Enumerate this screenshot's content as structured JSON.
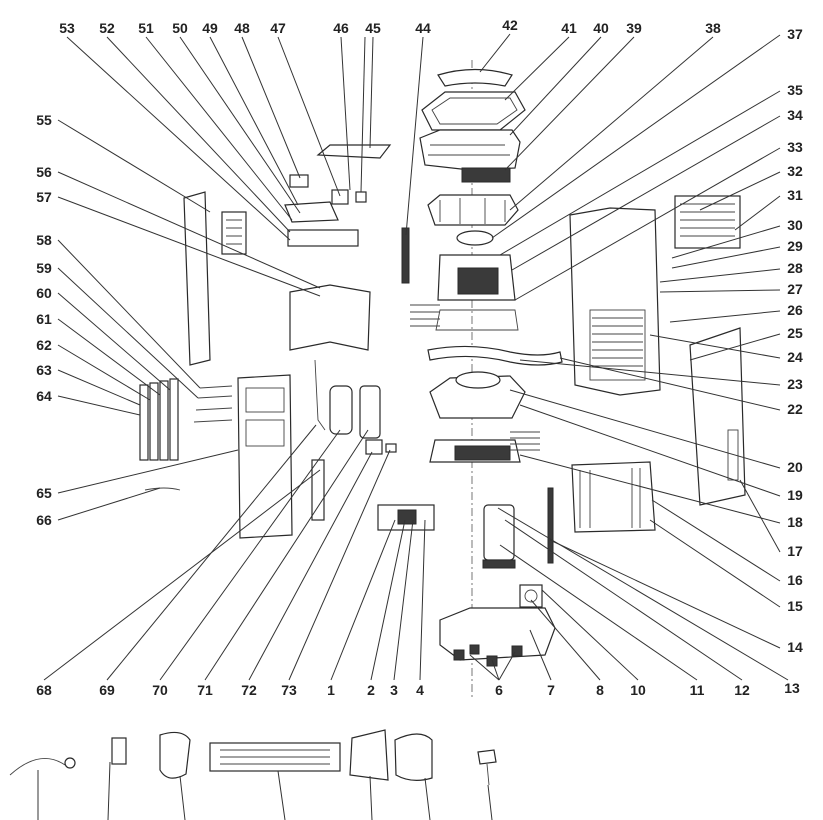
{
  "diagram": {
    "callouts": [
      {
        "id": "1",
        "text": "1"
      },
      {
        "id": "2",
        "text": "2"
      },
      {
        "id": "3",
        "text": "3"
      },
      {
        "id": "4",
        "text": "4"
      },
      {
        "id": "6",
        "text": "6"
      },
      {
        "id": "7",
        "text": "7"
      },
      {
        "id": "8",
        "text": "8"
      },
      {
        "id": "10",
        "text": "10"
      },
      {
        "id": "11",
        "text": "11"
      },
      {
        "id": "12",
        "text": "12"
      },
      {
        "id": "13",
        "text": "13"
      },
      {
        "id": "14",
        "text": "14"
      },
      {
        "id": "15",
        "text": "15"
      },
      {
        "id": "16",
        "text": "16"
      },
      {
        "id": "17",
        "text": "17"
      },
      {
        "id": "18",
        "text": "18"
      },
      {
        "id": "19",
        "text": "19"
      },
      {
        "id": "20",
        "text": "20"
      },
      {
        "id": "22",
        "text": "22"
      },
      {
        "id": "23",
        "text": "23"
      },
      {
        "id": "24",
        "text": "24"
      },
      {
        "id": "25",
        "text": "25"
      },
      {
        "id": "26",
        "text": "26"
      },
      {
        "id": "27",
        "text": "27"
      },
      {
        "id": "28",
        "text": "28"
      },
      {
        "id": "29",
        "text": "29"
      },
      {
        "id": "30",
        "text": "30"
      },
      {
        "id": "31",
        "text": "31"
      },
      {
        "id": "32",
        "text": "32"
      },
      {
        "id": "33",
        "text": "33"
      },
      {
        "id": "34",
        "text": "34"
      },
      {
        "id": "35",
        "text": "35"
      },
      {
        "id": "37",
        "text": "37"
      },
      {
        "id": "38",
        "text": "38"
      },
      {
        "id": "39",
        "text": "39"
      },
      {
        "id": "40",
        "text": "40"
      },
      {
        "id": "41",
        "text": "41"
      },
      {
        "id": "42",
        "text": "42"
      },
      {
        "id": "44",
        "text": "44"
      },
      {
        "id": "45",
        "text": "45"
      },
      {
        "id": "46",
        "text": "46"
      },
      {
        "id": "47",
        "text": "47"
      },
      {
        "id": "48",
        "text": "48"
      },
      {
        "id": "49",
        "text": "49"
      },
      {
        "id": "50",
        "text": "50"
      },
      {
        "id": "51",
        "text": "51"
      },
      {
        "id": "52",
        "text": "52"
      },
      {
        "id": "53",
        "text": "53"
      },
      {
        "id": "55",
        "text": "55"
      },
      {
        "id": "56",
        "text": "56"
      },
      {
        "id": "57",
        "text": "57"
      },
      {
        "id": "58",
        "text": "58"
      },
      {
        "id": "59",
        "text": "59"
      },
      {
        "id": "60",
        "text": "60"
      },
      {
        "id": "61",
        "text": "61"
      },
      {
        "id": "62",
        "text": "62"
      },
      {
        "id": "63",
        "text": "63"
      },
      {
        "id": "64",
        "text": "64"
      },
      {
        "id": "65",
        "text": "65"
      },
      {
        "id": "66",
        "text": "66"
      },
      {
        "id": "68",
        "text": "68"
      },
      {
        "id": "69",
        "text": "69"
      },
      {
        "id": "70",
        "text": "70"
      },
      {
        "id": "71",
        "text": "71"
      },
      {
        "id": "72",
        "text": "72"
      },
      {
        "id": "73",
        "text": "73"
      }
    ]
  }
}
